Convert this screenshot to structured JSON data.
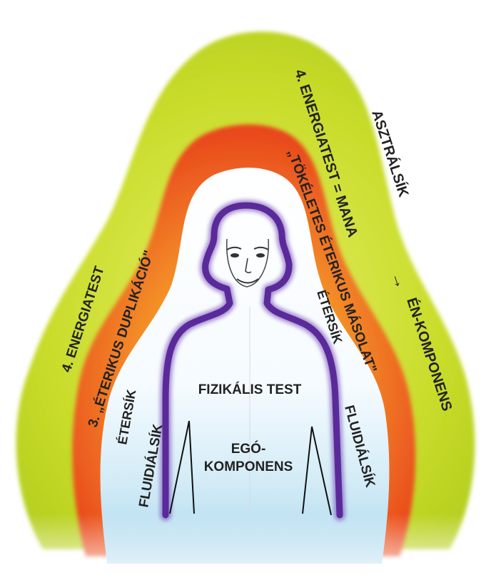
{
  "labels": {
    "asztralsik": "ASZTRÁLSÍK",
    "energiatest_mana": "4. ENERGIATEST = MANA",
    "arrow": "→",
    "en_komponens": "ÉN-KOMPONENS",
    "tokeletes": "„TÖKÉLETES ÉTERIKUS MÁSOLAT\"",
    "etersik_right": "ÉTERSÍK",
    "fluidialsik_right": "FLUIDIÁLSÍK",
    "energiatest_left": "4. ENERGIATEST",
    "duplikacio": "3. „ÉTERIKUS DUPLIKÁCIÓ\"",
    "etersik_left": "ÉTERSÍK",
    "fluidialsik_left": "FLUIDIÁLSÍK",
    "fizikalis_test": "FIZIKÁLIS TEST",
    "ego_line1": "EGÓ-",
    "ego_line2": "KOMPONENS"
  },
  "colors": {
    "outer_layer": "#c8dc2a",
    "middle_layer": "#ee5a22",
    "inner_glow": "#b5dcee",
    "body_outline": "#5a2a9a",
    "text": "#222222"
  }
}
